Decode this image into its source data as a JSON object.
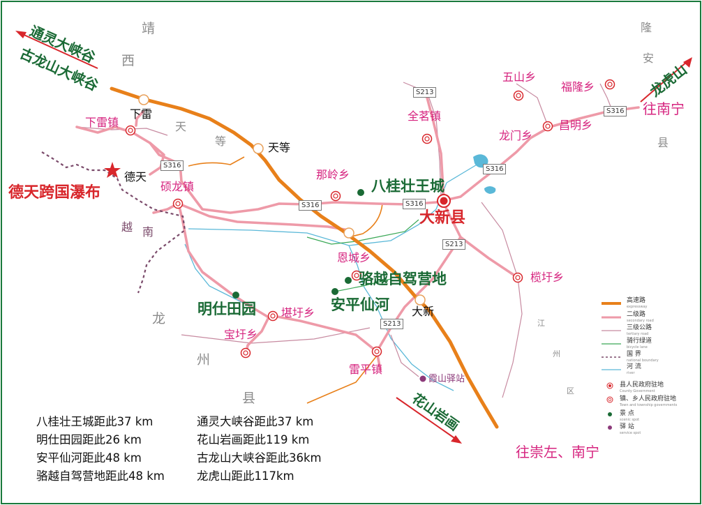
{
  "regions": {
    "jingxi": [
      "靖",
      "西"
    ],
    "tiandeng": [
      "天",
      "等"
    ],
    "vietnam": [
      "越",
      "南"
    ],
    "longzhou": [
      "龙",
      "州",
      "县"
    ],
    "longan": [
      "隆",
      "安",
      "县"
    ],
    "jiangzhou": [
      "江",
      "州",
      "区"
    ]
  },
  "towns": {
    "xialei_zhen": "下雷镇",
    "xialei": "下雷",
    "tiandeng_junction": "天等",
    "detian": "德天",
    "shuolong": "硕龙镇",
    "naling": "那岭乡",
    "quanming": "全茗镇",
    "wushan": "五山乡",
    "fulong": "福隆乡",
    "longmen": "龙门乡",
    "changming": "昌明乡",
    "encheng": "恩城乡",
    "lanyu": "榄圩乡",
    "kanyu": "堪圩乡",
    "baoyu": "宝圩乡",
    "leiping": "雷平镇",
    "daxin_junction": "大新",
    "xiashan": "霞山驿站",
    "daxin_county": "大新县"
  },
  "roads": {
    "s213_a": "S213",
    "s213_b": "S213",
    "s213_c": "S213",
    "s316_a": "S316",
    "s316_b": "S316",
    "s316_c": "S316",
    "s316_d": "S316",
    "s316_e": "S316"
  },
  "spots": {
    "bagui": "八桂壮王城",
    "luoyue": "骆越自驾营地",
    "anping": "安平仙河",
    "mingshi": "明仕田园"
  },
  "directions": {
    "tongling": "通灵大峡谷",
    "gulong": "古龙山大峡谷",
    "longhu": "龙虎山",
    "nanning": "往南宁",
    "huashan": "花山岩画",
    "chongzuo": "往崇左、南宁",
    "detian_falls": "德天跨国瀑布"
  },
  "distances": [
    "八桂壮王城距此37 km",
    "明仕田园距此26 km",
    "安平仙河距此48 km",
    "骆越自驾营地距此48 km",
    "通灵大峡谷距此37 km",
    "花山岩画距此119 km",
    "古龙山大峡谷距此36km",
    "龙虎山距此117km"
  ],
  "legend": [
    {
      "cn": "高速路",
      "en": "expressway"
    },
    {
      "cn": "二级路",
      "en": "secondary road"
    },
    {
      "cn": "三级公路",
      "en": "tertiary road"
    },
    {
      "cn": "骑行绿道",
      "en": "bicycle lane"
    },
    {
      "cn": "国  界",
      "en": "national boundary"
    },
    {
      "cn": "河  流",
      "en": "river"
    },
    {
      "cn": "县人民政府驻地",
      "en": "County Government"
    },
    {
      "cn": "镇、乡人民政府驻地",
      "en": "Town and township governments"
    },
    {
      "cn": "景  点",
      "en": "scenic spot"
    },
    {
      "cn": "驿  站",
      "en": "service spot"
    }
  ],
  "colors": {
    "expressway": "#e8801a",
    "secondary": "#ee9aa8",
    "tertiary": "#c78aa0",
    "bicycle": "#3aa856",
    "boundary": "#7a4a6a",
    "river": "#5ab8d8",
    "green": "#1a6a35",
    "magenta": "#d6247f",
    "red": "#d8262b"
  }
}
